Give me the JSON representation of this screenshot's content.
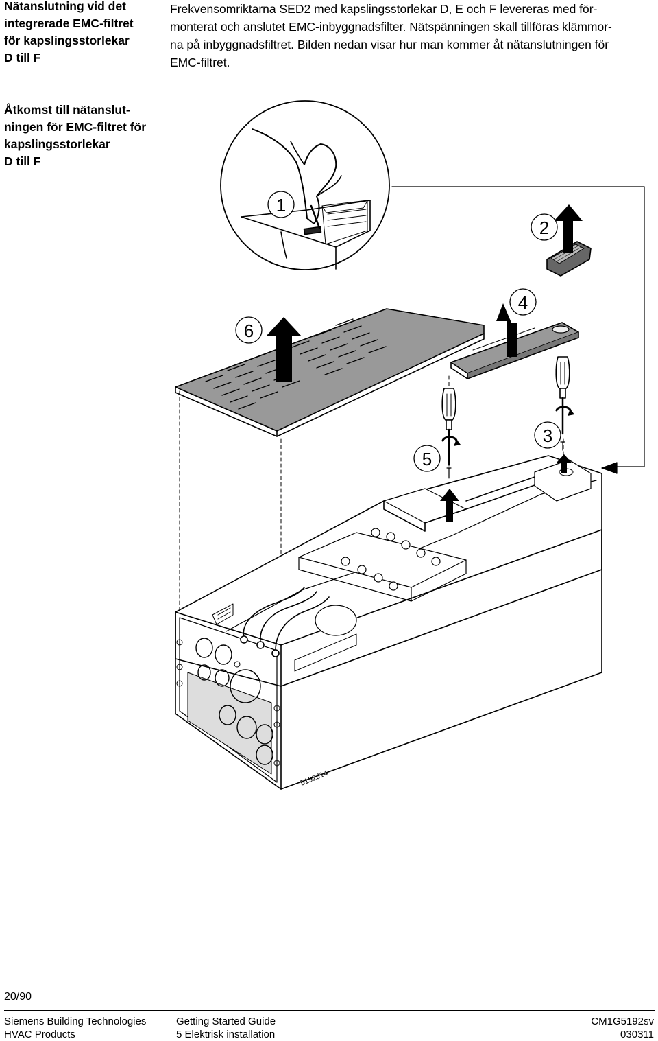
{
  "section_heading": {
    "lines": [
      "Nätanslutning vid det",
      "integrerade EMC-filtret",
      "för kapslingsstorlekar",
      "D till F"
    ]
  },
  "body_text": {
    "lines": [
      "Frekvensomriktarna SED2 med kapslingsstorlekar D, E och F levereras med för-",
      "monterat och anslutet EMC-inbyggnadsfilter. Nätspänningen skall tillföras klämmor-",
      "na på inbyggnadsfiltret. Bilden nedan visar hur man kommer åt nätanslutningen för",
      "EMC-filtret."
    ]
  },
  "figure_heading": {
    "lines": [
      "Åtkomst till nätanslut-",
      "ningen för EMC-filtret för",
      "kapslingsstorlekar",
      "D till F"
    ]
  },
  "figure": {
    "step_labels": [
      "1",
      "2",
      "3",
      "4",
      "5",
      "6"
    ],
    "figure_code": "5192J14"
  },
  "footer": {
    "page_number": "20/90",
    "company": "Siemens Building Technologies",
    "division": "HVAC Products",
    "document_title": "Getting Started Guide",
    "chapter": "5 Elektrisk installation",
    "document_id": "CM1G5192sv",
    "date_code": "030311"
  }
}
